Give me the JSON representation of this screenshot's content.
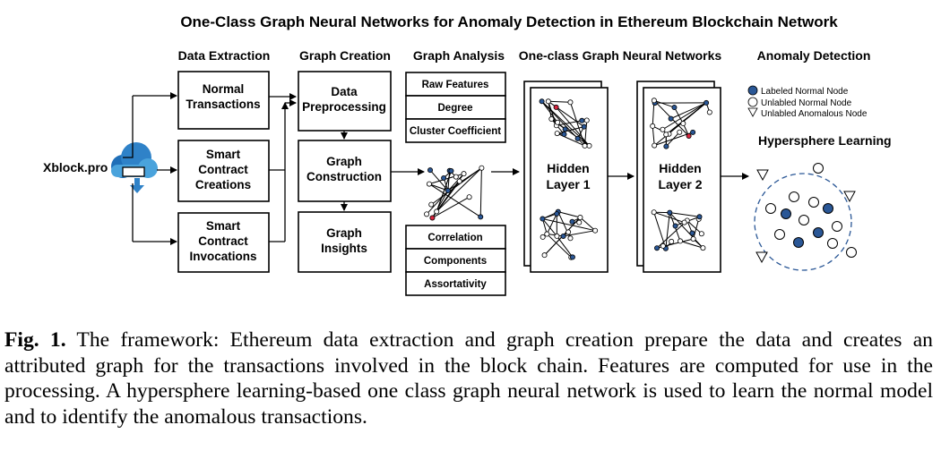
{
  "title": "One-Class Graph Neural Networks for Anomaly Detection in Ethereum Blockchain Network",
  "stages": {
    "extraction": "Data Extraction",
    "creation": "Graph Creation",
    "analysis": "Graph Analysis",
    "gnn": "One-class Graph Neural Networks",
    "detection": "Anomaly Detection"
  },
  "source_label": "Xblock.pro",
  "extraction_boxes": [
    [
      "Normal",
      "Transactions"
    ],
    [
      "Smart",
      "Contract",
      "Creations"
    ],
    [
      "Smart",
      "Contract",
      "Invocations"
    ]
  ],
  "creation_boxes": [
    [
      "Data",
      "Preprocessing"
    ],
    [
      "Graph",
      "Construction"
    ],
    [
      "Graph",
      "Insights"
    ]
  ],
  "features_top": [
    "Raw Features",
    "Degree",
    "Cluster Coefficient"
  ],
  "features_bottom": [
    "Correlation",
    "Components",
    "Assortativity"
  ],
  "hidden_layers": [
    [
      "Hidden",
      "Layer 1"
    ],
    [
      "Hidden",
      "Layer 2"
    ]
  ],
  "legend": [
    {
      "symbol": "filled-circle",
      "label": "Labeled Normal Node"
    },
    {
      "symbol": "open-circle",
      "label": "Unlabled Normal Node"
    },
    {
      "symbol": "triangle",
      "label": "Unlabled Anomalous Node"
    }
  ],
  "hypersphere_label": "Hypersphere Learning",
  "colors": {
    "normal_node": "#2a5796",
    "highlight_node": "#d8253f",
    "cloud": "#4aa3dc",
    "cloud_dark": "#1f6fb8"
  },
  "caption": {
    "label": "Fig. 1.",
    "text": "The framework: Ethereum data extraction and graph creation prepare the data and creates an attributed graph for the transactions involved in the block chain. Features are computed for use in the processing. A hypersphere learning-based one class graph neural network is used to learn the normal model and to identify the anomalous transactions."
  }
}
